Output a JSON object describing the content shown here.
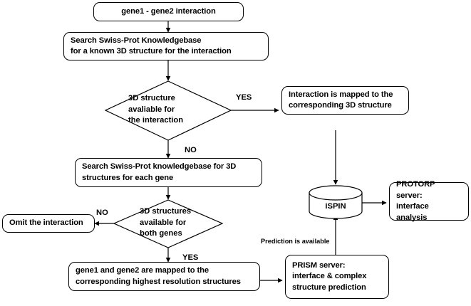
{
  "diagram": {
    "title": "Protein interaction 3D structure workflow",
    "background": "#ffffff",
    "stroke": "#000000"
  },
  "nodes": {
    "start": {
      "label": "gene1 - gene2 interaction",
      "shape": "rounded-rectangle"
    },
    "search_knowledgebase_interaction": {
      "label": "Search Swiss-Prot Knowledgebase\nfor a known 3D structure for the interaction",
      "shape": "rounded-rectangle"
    },
    "decision_structure_interaction": {
      "label": "3D structure\navaliable for\nthe interaction",
      "shape": "diamond"
    },
    "interaction_mapped": {
      "label": "Interaction is mapped to the\ncorresponding 3D structure",
      "shape": "rounded-rectangle"
    },
    "search_knowledgebase_genes": {
      "label": "Search Swiss-Prot knowledgebase for 3D\nstructures for each gene",
      "shape": "rounded-rectangle"
    },
    "decision_structures_genes": {
      "label": "3D structures\navailable for\nboth genes",
      "shape": "diamond"
    },
    "omit_interaction": {
      "label": "Omit the interaction",
      "shape": "rounded-rectangle"
    },
    "genes_mapped": {
      "label": "gene1 and gene2 are mapped to the\ncorresponding highest resolution structures",
      "shape": "rounded-rectangle"
    },
    "prism_server": {
      "label": "PRISM server:\ninterface & complex\nstructure prediction",
      "shape": "rounded-rectangle"
    },
    "ispin_database": {
      "label": "iSPIN",
      "shape": "cylinder"
    },
    "protorp_server": {
      "label": "PROTORP server:\ninterface analysis",
      "shape": "rounded-rectangle"
    }
  },
  "edge_labels": {
    "yes_interaction": "YES",
    "no_interaction": "NO",
    "no_genes": "NO",
    "yes_genes": "YES",
    "prediction_available": "Prediction is available"
  }
}
